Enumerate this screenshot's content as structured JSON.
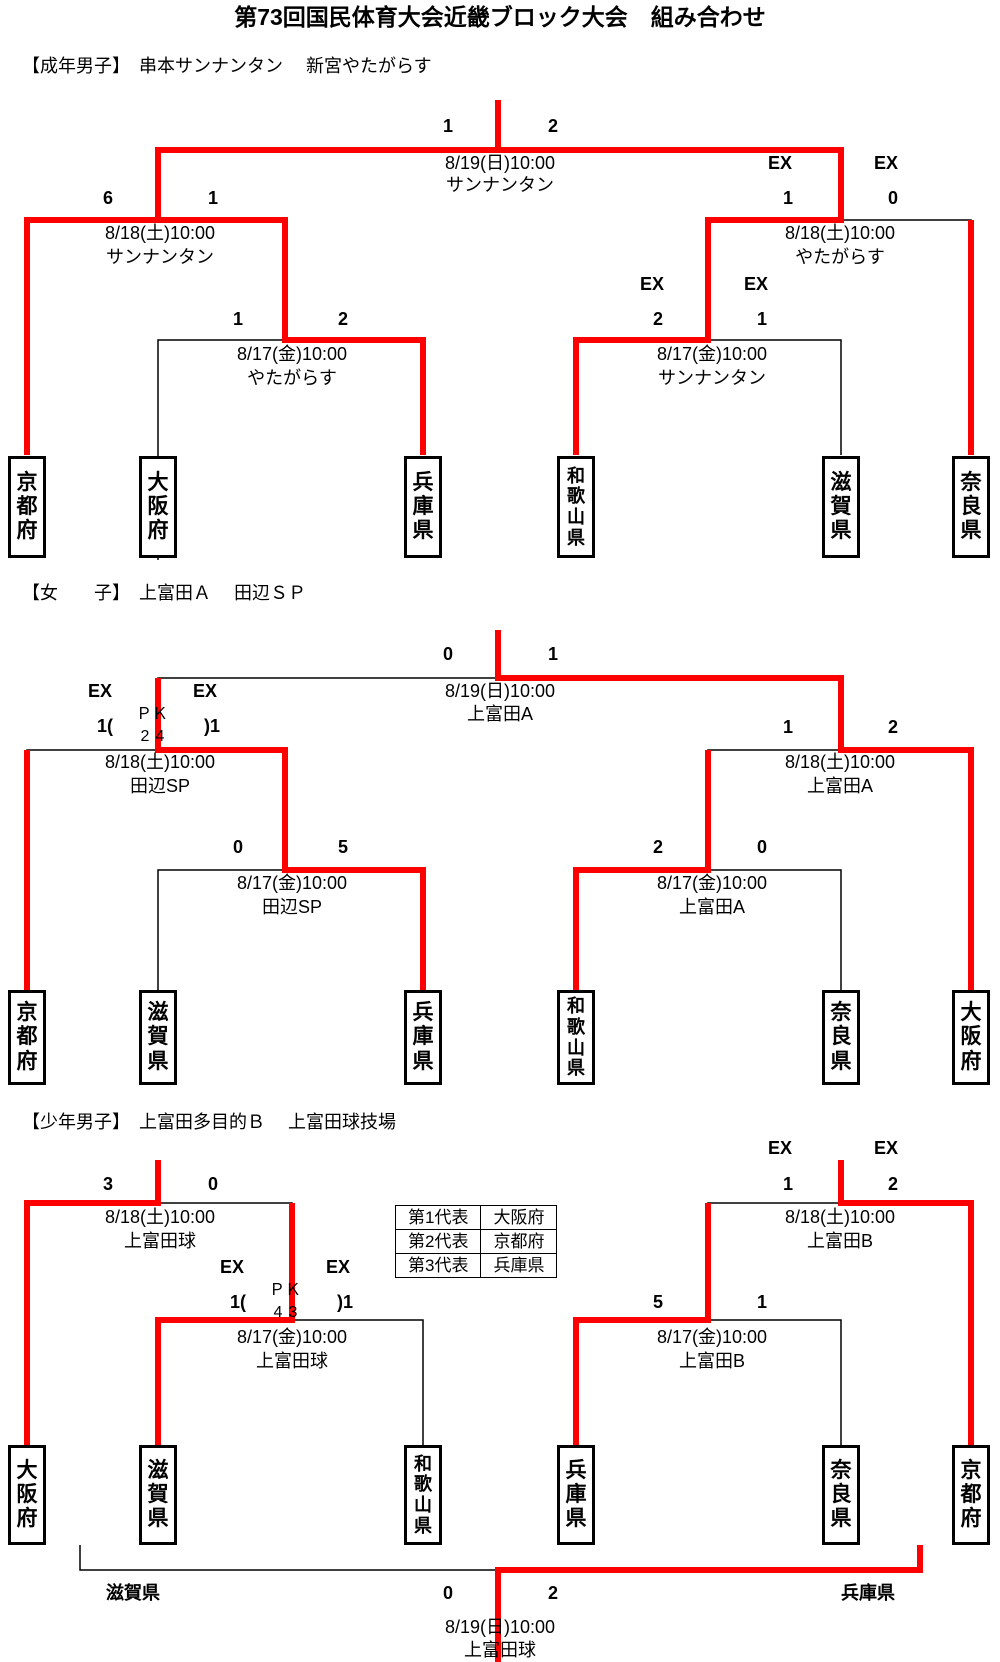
{
  "title": "第73回国民体育大会近畿ブロック大会　組み合わせ",
  "sections": [
    {
      "header": "【成年男子】　串本サンナンタン　 新宮やたがらす",
      "prefs": [
        [
          "京",
          "都",
          "府"
        ],
        [
          "大",
          "阪",
          "府"
        ],
        [
          "兵",
          "庫",
          "県"
        ],
        [
          "和",
          "歌",
          "山",
          "県"
        ],
        [
          "滋",
          "賀",
          "県"
        ],
        [
          "奈",
          "良",
          "県"
        ]
      ],
      "matches": {
        "m1": {
          "date": "8/17(金)10:00",
          "venue": "やたがらす",
          "s1": "1",
          "s2": "2"
        },
        "m2": {
          "date": "8/17(金)10:00",
          "venue": "サンナンタン",
          "s1": "2",
          "s2": "1",
          "ex1": "EX",
          "ex2": "EX"
        },
        "m3": {
          "date": "8/18(土)10:00",
          "venue": "サンナンタン",
          "s1": "6",
          "s2": "1"
        },
        "m4": {
          "date": "8/18(土)10:00",
          "venue": "やたがらす",
          "s1": "1",
          "s2": "0",
          "ex1": "EX",
          "ex2": "EX"
        },
        "final": {
          "date": "8/19(日)10:00",
          "venue": "サンナンタン",
          "s1": "1",
          "s2": "2"
        }
      }
    },
    {
      "header": "【女　　子】　上富田Ａ　 田辺ＳＰ",
      "prefs": [
        [
          "京",
          "都",
          "府"
        ],
        [
          "滋",
          "賀",
          "県"
        ],
        [
          "兵",
          "庫",
          "県"
        ],
        [
          "和",
          "歌",
          "山",
          "県"
        ],
        [
          "奈",
          "良",
          "県"
        ],
        [
          "大",
          "阪",
          "府"
        ]
      ],
      "matches": {
        "m1": {
          "date": "8/17(金)10:00",
          "venue": "田辺SP",
          "s1": "0",
          "s2": "5"
        },
        "m2": {
          "date": "8/17(金)10:00",
          "venue": "上富田A",
          "s1": "2",
          "s2": "0"
        },
        "m3": {
          "date": "8/18(土)10:00",
          "venue": "田辺SP",
          "s1": "1(",
          "s2": ")1",
          "ex1": "EX",
          "ex2": "EX",
          "pk": "ＰＫ",
          "pk1": "2",
          "pk2": "4"
        },
        "m4": {
          "date": "8/18(土)10:00",
          "venue": "上富田A",
          "s1": "1",
          "s2": "2"
        },
        "final": {
          "date": "8/19(日)10:00",
          "venue": "上富田A",
          "s1": "0",
          "s2": "1"
        }
      }
    },
    {
      "header": "【少年男子】　上富田多目的Ｂ　 上富田球技場",
      "prefs": [
        [
          "大",
          "阪",
          "府"
        ],
        [
          "滋",
          "賀",
          "県"
        ],
        [
          "和",
          "歌",
          "山",
          "県"
        ],
        [
          "兵",
          "庫",
          "県"
        ],
        [
          "奈",
          "良",
          "県"
        ],
        [
          "京",
          "都",
          "府"
        ]
      ],
      "matches": {
        "m1": {
          "date": "8/17(金)10:00",
          "venue": "上富田球",
          "s1": "1(",
          "s2": ")1",
          "ex1": "EX",
          "ex2": "EX",
          "pk": "ＰＫ",
          "pk1": "4",
          "pk2": "3"
        },
        "m2": {
          "date": "8/17(金)10:00",
          "venue": "上富田B",
          "s1": "5",
          "s2": "1"
        },
        "m3": {
          "date": "8/18(土)10:00",
          "venue": "上富田球",
          "s1": "3",
          "s2": "0"
        },
        "m4": {
          "date": "8/18(土)10:00",
          "venue": "上富田B",
          "s1": "1",
          "s2": "2",
          "ex1": "EX",
          "ex2": "EX"
        },
        "final": {
          "date": "8/19(日)10:00",
          "venue": "上富田球",
          "s1": "0",
          "s2": "2",
          "name1": "滋賀県",
          "name2": "兵庫県"
        }
      },
      "representatives": [
        {
          "rank": "第1代表",
          "pref": "大阪府"
        },
        {
          "rank": "第2代表",
          "pref": "京都府"
        },
        {
          "rank": "第3代表",
          "pref": "兵庫県"
        }
      ]
    }
  ],
  "colors": {
    "winner_line": "#ff0000",
    "line": "#000000"
  }
}
